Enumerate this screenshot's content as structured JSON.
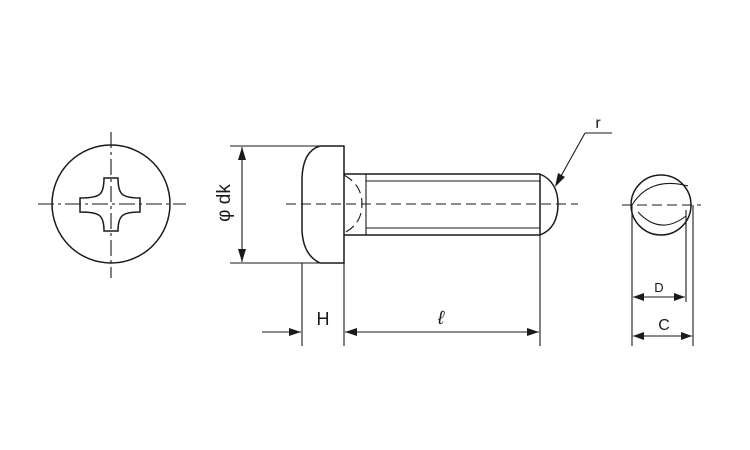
{
  "labels": {
    "dk": "φ dk",
    "h": "H",
    "l": "ℓ",
    "r": "r",
    "d": "D",
    "c": "C"
  }
}
